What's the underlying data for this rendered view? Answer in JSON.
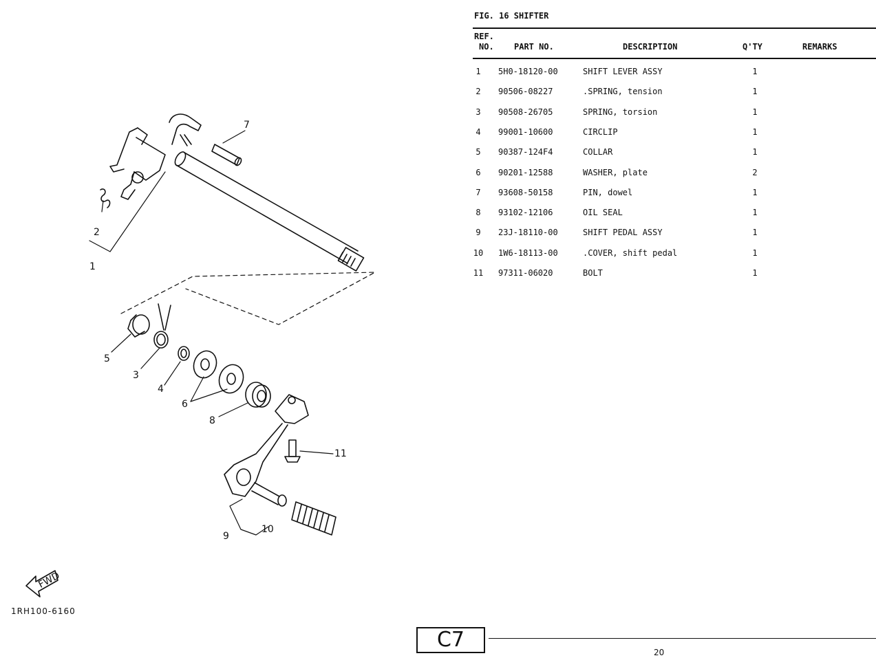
{
  "figure": {
    "title": "FIG. 16  SHIFTER"
  },
  "table": {
    "headers": {
      "ref_line1": "REF.",
      "ref_line2": "NO.",
      "part_no": "PART NO.",
      "description": "DESCRIPTION",
      "qty": "Q'TY",
      "remarks": "REMARKS"
    },
    "rows": [
      {
        "ref": "1",
        "part_no": "5H0-18120-00",
        "description": "SHIFT LEVER ASSY",
        "qty": "1"
      },
      {
        "ref": "2",
        "part_no": "90506-08227",
        "description": ".SPRING, tension",
        "qty": "1"
      },
      {
        "ref": "3",
        "part_no": "90508-26705",
        "description": "SPRING, torsion",
        "qty": "1"
      },
      {
        "ref": "4",
        "part_no": "99001-10600",
        "description": "CIRCLIP",
        "qty": "1"
      },
      {
        "ref": "5",
        "part_no": "90387-124F4",
        "description": "COLLAR",
        "qty": "1"
      },
      {
        "ref": "6",
        "part_no": "90201-12588",
        "description": "WASHER, plate",
        "qty": "2"
      },
      {
        "ref": "7",
        "part_no": "93608-50158",
        "description": "PIN, dowel",
        "qty": "1"
      },
      {
        "ref": "8",
        "part_no": "93102-12106",
        "description": "OIL SEAL",
        "qty": "1"
      },
      {
        "ref": "9",
        "part_no": "23J-18110-00",
        "description": "SHIFT PEDAL ASSY",
        "qty": "1"
      },
      {
        "ref": "10",
        "part_no": "1W6-18113-00",
        "description": ".COVER, shift pedal",
        "qty": "1"
      },
      {
        "ref": "11",
        "part_no": "97311-06020",
        "description": "BOLT",
        "qty": "1"
      }
    ]
  },
  "diagram": {
    "callouts": [
      "1",
      "2",
      "3",
      "4",
      "5",
      "6",
      "7",
      "8",
      "9",
      "10",
      "11"
    ],
    "fwd_label": "FWD",
    "illustration_code": "1RH100-6160"
  },
  "footer": {
    "section_code": "C7",
    "page_number": "20"
  }
}
